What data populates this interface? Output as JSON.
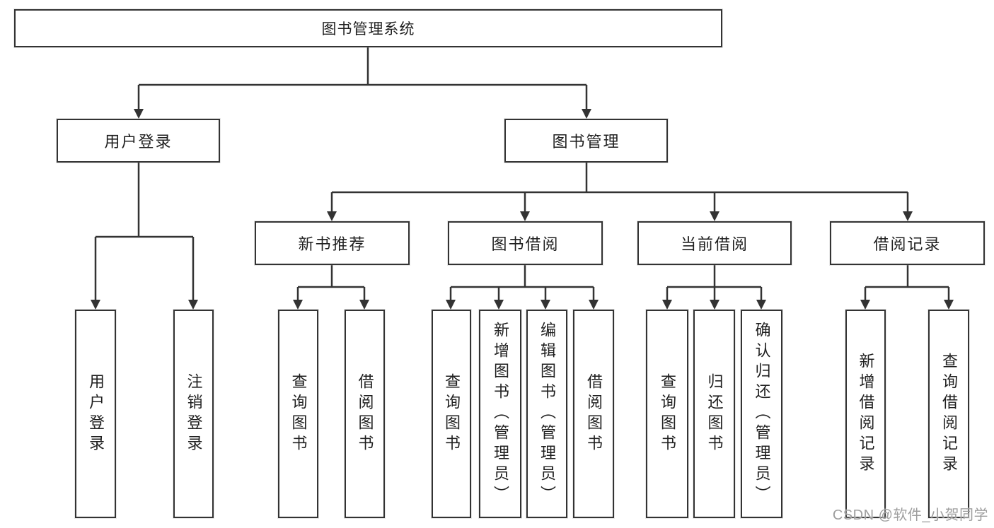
{
  "diagram": {
    "type": "functional-structure-tree",
    "root": {
      "label": "图书管理系统"
    },
    "branches": [
      {
        "label": "用户登录",
        "children": [
          {
            "label": "用户登录"
          },
          {
            "label": "注销登录"
          }
        ]
      },
      {
        "label": "图书管理",
        "children": [
          {
            "label": "新书推荐",
            "children": [
              {
                "label": "查询图书"
              },
              {
                "label": "借阅图书"
              }
            ]
          },
          {
            "label": "图书借阅",
            "children": [
              {
                "label": "查询图书"
              },
              {
                "label": "新增图书（管理员）"
              },
              {
                "label": "编辑图书（管理员）"
              },
              {
                "label": "借阅图书"
              }
            ]
          },
          {
            "label": "当前借阅",
            "children": [
              {
                "label": "查询图书"
              },
              {
                "label": "归还图书"
              },
              {
                "label": "确认归还（管理员）"
              }
            ]
          },
          {
            "label": "借阅记录",
            "children": [
              {
                "label": "新增借阅记录"
              },
              {
                "label": "查询借阅记录"
              }
            ]
          }
        ]
      }
    ]
  },
  "watermark": "CSDN @软件_小贺同学",
  "colors": {
    "line": "#333333",
    "text": "#1f1f1f",
    "background": "#ffffff",
    "watermark": "#9e9e9e"
  }
}
